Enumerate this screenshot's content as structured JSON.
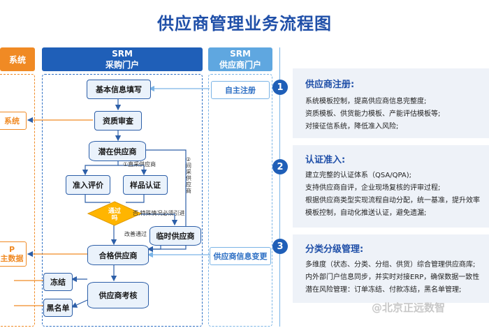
{
  "title": "供应商管理业务流程图",
  "lanes": {
    "left_header": "系统",
    "srm_buy_line1": "SRM",
    "srm_buy_line2": "采购门户",
    "srm_sup_line1": "SRM",
    "srm_sup_line2": "供应商门户"
  },
  "left_partial": {
    "sys": "系统",
    "erp_line1": "P",
    "erp_line2": "主数据"
  },
  "nodes": {
    "basic_info": "基本信息填写",
    "qual_review": "资质审查",
    "potential": "潜在供应商",
    "intro_eval": "准入评价",
    "sample_cert": "样品认证",
    "pass": "通过\n吗",
    "temp_supplier": "临时供应商",
    "qualified": "合格供应商",
    "freeze": "冻结",
    "blacklist": "黑名单",
    "supplier_eval": "供应商考核",
    "self_register": "自主注册",
    "info_change": "供应商信息变更"
  },
  "edge_labels": {
    "direct": "①直采供应商",
    "indirect": "②间采供应商",
    "special": "否,特殊情况必须引进",
    "improve": "改善通过"
  },
  "steps": [
    {
      "num": "1",
      "title": "供应商注册:",
      "lines": [
        "系统模板控制，提高供应商信息完整度;",
        "资质模板、供货能力模板、产能评估模板等;",
        "对接征信系统，降低准入风险;"
      ]
    },
    {
      "num": "2",
      "title": "认证准入:",
      "lines": [
        "建立完整的认证体系（QSA/QPA);",
        "支持供应商自评，企业现场复核的评审过程;",
        "根据供应商类型实现流程自动分配，统一基准，提升效率",
        "模板控制，自动化推送认证，避免遗漏;"
      ]
    },
    {
      "num": "3",
      "title": "分类分级管理:",
      "lines": [
        "多维度（状态、分类、分组、供货）综合管理供应商库;",
        "内外部门户信息同步，并实时对接ERP，确保数据一致性",
        "潜在风险管理：订单冻结、付款冻结，黑名单管理;"
      ]
    }
  ],
  "watermark": "@北京正远数智"
}
